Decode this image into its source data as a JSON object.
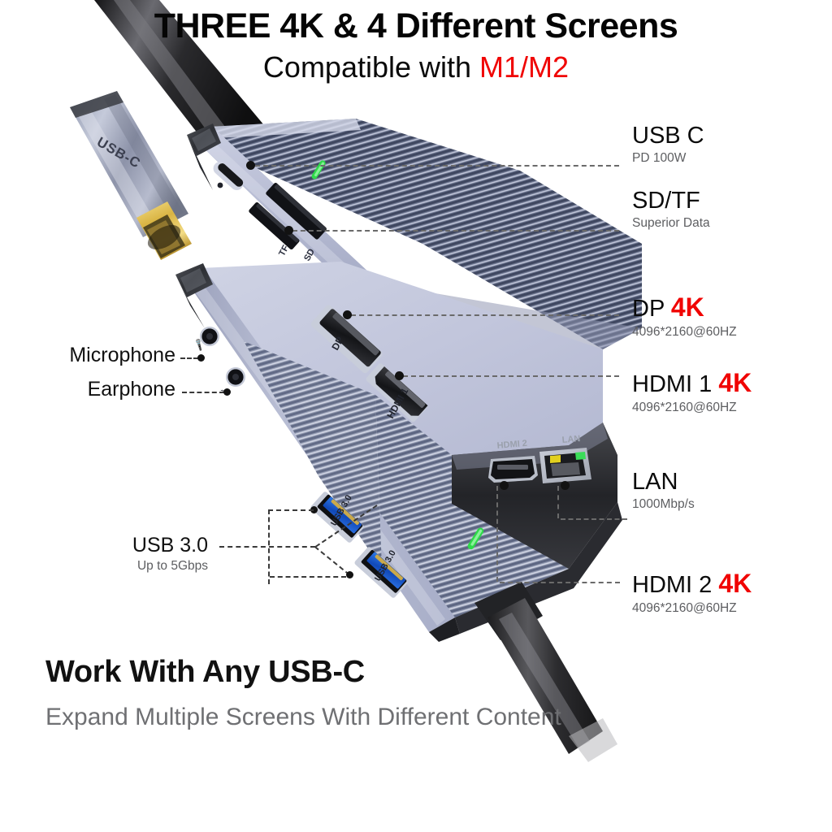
{
  "header": {
    "headline": "THREE 4K & 4 Different Screens",
    "subhead_prefix": "Compatible with ",
    "subhead_accent": "M1/M2"
  },
  "footer": {
    "main": "Work With Any USB-C",
    "sub": "Expand Multiple Screens With Different Content"
  },
  "colors": {
    "accent_red": "#f00403",
    "title_black": "#0b0b0b",
    "sub_gray": "#5d5e61",
    "body_light": "#c3c7dc",
    "body_rib_dark": "#4d5570",
    "body_rib_light": "#b8bdd0",
    "cable_black": "#2b2b2d",
    "usb3_blue": "#1b5fd0",
    "led_green": "#2fd94a",
    "led_yellow": "#e8d21e"
  },
  "callouts_right": [
    {
      "id": "usb-c",
      "title": "USB C",
      "k": "",
      "sub": "PD 100W"
    },
    {
      "id": "sd-tf",
      "title": "SD/TF",
      "k": "",
      "sub": "Superior Data"
    },
    {
      "id": "dp",
      "title": "DP ",
      "k": "4K",
      "sub": "4096*2160@60HZ"
    },
    {
      "id": "hdmi1",
      "title": "HDMI 1 ",
      "k": "4K",
      "sub": "4096*2160@60HZ"
    },
    {
      "id": "lan",
      "title": "LAN",
      "k": "",
      "sub": "1000Mbp/s"
    },
    {
      "id": "hdmi2",
      "title": "HDMI 2 ",
      "k": "4K",
      "sub": "4096*2160@60HZ"
    }
  ],
  "callouts_left": [
    {
      "id": "microphone",
      "title": "Microphone",
      "sub": ""
    },
    {
      "id": "earphone",
      "title": "Earphone",
      "sub": ""
    },
    {
      "id": "usb30",
      "title": "USB 3.0",
      "sub": "Up to 5Gbps"
    }
  ],
  "device": {
    "connector_label": "USB-C",
    "port_labels": {
      "tf": "TF",
      "sd": "SD",
      "dp": "DP",
      "hdmi1": "HDMI 1",
      "hdmi2": "HDMI 2",
      "lan": "LAN",
      "usb30_a": "USB 3.0",
      "usb30_b": "USB 3.0"
    }
  }
}
